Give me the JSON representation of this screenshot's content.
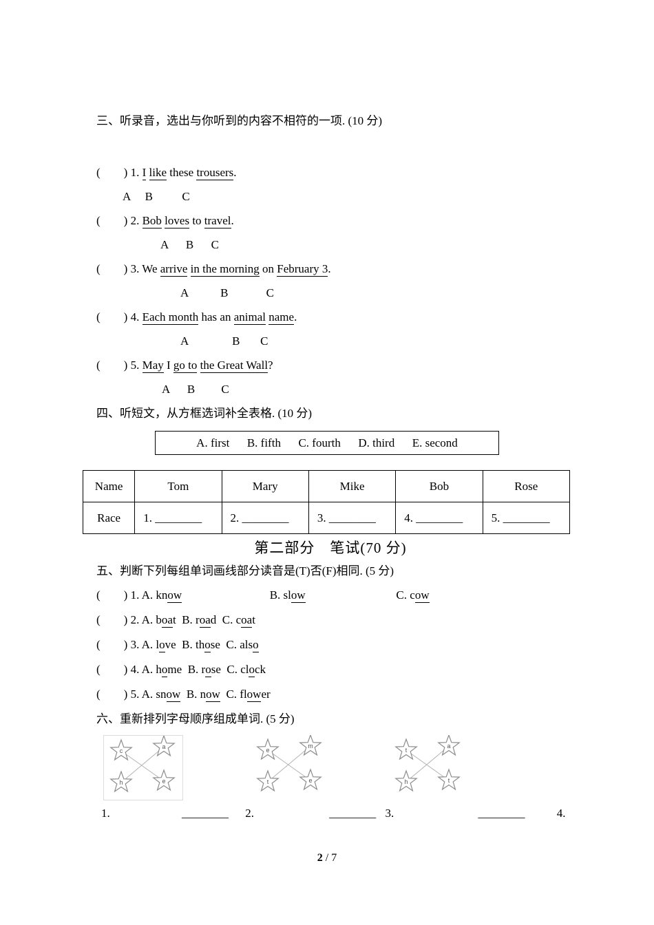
{
  "s3": {
    "title": "三、听录音，选出与你听到的内容不相符的一项. (10 分)",
    "items": [
      {
        "segments": [
          {
            "t": "(　　) 1. "
          },
          {
            "t": "I",
            "u": 1
          },
          {
            "t": " "
          },
          {
            "t": "like",
            "u": 1
          },
          {
            "t": " these "
          },
          {
            "t": "trousers",
            "u": 1
          },
          {
            "t": "."
          }
        ],
        "options": "A     B          C"
      },
      {
        "segments": [
          {
            "t": "(　　) 2. "
          },
          {
            "t": "Bob",
            "u": 1
          },
          {
            "t": " "
          },
          {
            "t": "loves",
            "u": 1
          },
          {
            "t": " to "
          },
          {
            "t": "travel",
            "u": 1
          },
          {
            "t": "."
          }
        ],
        "options": "A      B      C"
      },
      {
        "segments": [
          {
            "t": "(　　) 3. We "
          },
          {
            "t": "arrive",
            "u": 1
          },
          {
            "t": " "
          },
          {
            "t": "in the morning",
            "u": 1
          },
          {
            "t": " on "
          },
          {
            "t": "February 3",
            "u": 1
          },
          {
            "t": "."
          }
        ],
        "options": "A           B             C"
      },
      {
        "segments": [
          {
            "t": "(　　) 4. "
          },
          {
            "t": "Each month",
            "u": 1
          },
          {
            "t": " has an "
          },
          {
            "t": "animal",
            "u": 1
          },
          {
            "t": " "
          },
          {
            "t": "name",
            "u": 1
          },
          {
            "t": "."
          }
        ],
        "options": "A               B       C"
      },
      {
        "segments": [
          {
            "t": "(　　) 5. "
          },
          {
            "t": "May",
            "u": 1
          },
          {
            "t": " I "
          },
          {
            "t": "go to",
            "u": 1
          },
          {
            "t": " "
          },
          {
            "t": "the Great Wall",
            "u": 1
          },
          {
            "t": "?"
          }
        ],
        "options": "A      B         C"
      }
    ]
  },
  "s4": {
    "title": "四、听短文，从方框选词补全表格. (10 分)",
    "box": "A. first      B. fifth      C. fourth      D. third      E. second",
    "table": {
      "header": [
        "Name",
        "Tom",
        "Mary",
        "Mike",
        "Bob",
        "Rose"
      ],
      "row": [
        "Race",
        "1. ________",
        "2. ________",
        "3. ________",
        "4. ________",
        "5. ________"
      ]
    }
  },
  "part2": {
    "heading": "第二部分　笔试(70 分)"
  },
  "s5": {
    "title": "五、判断下列每组单词画线部分读音是(T)否(F)相同. (5 分)",
    "rows": [
      [
        {
          "t": "(　　) 1. A. kn"
        },
        {
          "t": "ow",
          "u": 1
        },
        {
          "t": "                              "
        },
        {
          "t": "B. sl"
        },
        {
          "t": "ow",
          "u": 1
        },
        {
          "t": "                               "
        },
        {
          "t": "C. c"
        },
        {
          "t": "ow",
          "u": 1
        }
      ],
      [
        {
          "t": "(　　) 2. A. b"
        },
        {
          "t": "oa",
          "u": 1
        },
        {
          "t": "t  B. r"
        },
        {
          "t": "oa",
          "u": 1
        },
        {
          "t": "d  C. c"
        },
        {
          "t": "oa",
          "u": 1
        },
        {
          "t": "t"
        }
      ],
      [
        {
          "t": "(　　) 3. A. l"
        },
        {
          "t": "o",
          "u": 1
        },
        {
          "t": "ve  B. th"
        },
        {
          "t": "o",
          "u": 1
        },
        {
          "t": "se  C. als"
        },
        {
          "t": "o",
          "u": 1
        }
      ],
      [
        {
          "t": "(　　) 4. A. h"
        },
        {
          "t": "o",
          "u": 1
        },
        {
          "t": "me  B. r"
        },
        {
          "t": "o",
          "u": 1
        },
        {
          "t": "se  C. cl"
        },
        {
          "t": "o",
          "u": 1
        },
        {
          "t": "ck"
        }
      ],
      [
        {
          "t": "(　　) 5. A. sn"
        },
        {
          "t": "ow",
          "u": 1
        },
        {
          "t": "  B. n"
        },
        {
          "t": "ow",
          "u": 1
        },
        {
          "t": "  C. fl"
        },
        {
          "t": "ow",
          "u": 1
        },
        {
          "t": "er"
        }
      ]
    ]
  },
  "s6": {
    "title": "六、重新排列字母顺序组成单词. (5 分)",
    "clusters": [
      {
        "letters": [
          "c",
          "a",
          "h",
          "e"
        ]
      },
      {
        "letters": [
          "e",
          "m",
          "t",
          "e"
        ]
      },
      {
        "letters": [
          "t",
          "a",
          "h",
          "t"
        ]
      }
    ],
    "answers": [
      "1.",
      "2.",
      "3.",
      "4."
    ],
    "blank": "________"
  },
  "footer": {
    "current": "2",
    "sep": " / ",
    "total": "7"
  }
}
